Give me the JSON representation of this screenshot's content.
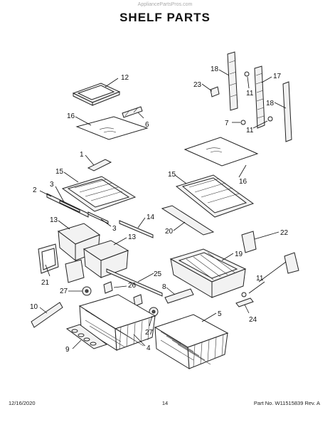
{
  "header": {
    "watermark": "AppliancePartsPros.com",
    "title": "SHELF PARTS"
  },
  "callouts": {
    "c1": "1",
    "c2": "2",
    "c3a": "3",
    "c3b": "3",
    "c4": "4",
    "c5": "5",
    "c6": "6",
    "c7": "7",
    "c8": "8",
    "c9": "9",
    "c10": "10",
    "c11a": "11",
    "c11b": "11",
    "c11c": "11",
    "c12": "12",
    "c13a": "13",
    "c13b": "13",
    "c14": "14",
    "c15a": "15",
    "c15b": "15",
    "c16a": "16",
    "c16b": "16",
    "c17": "17",
    "c18a": "18",
    "c18b": "18",
    "c19": "19",
    "c20": "20",
    "c21": "21",
    "c22": "22",
    "c23": "23",
    "c24": "24",
    "c25": "25",
    "c26": "26",
    "c27a": "27",
    "c27b": "27"
  },
  "footer": {
    "date": "12/16/2020",
    "page": "14",
    "part_no": "Part No. W11515839  Rev. A"
  }
}
